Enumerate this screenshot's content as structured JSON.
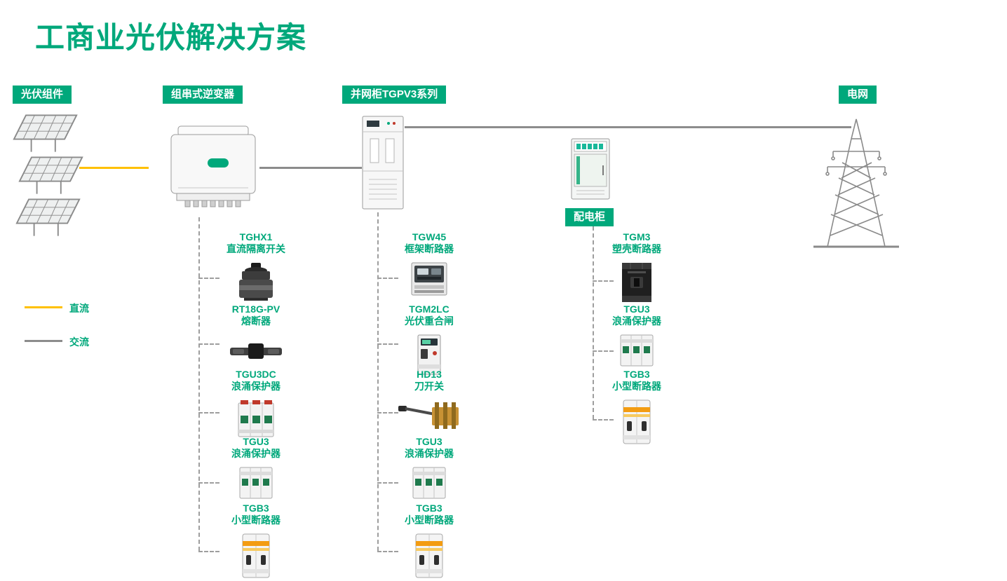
{
  "title": "工商业光伏解决方案",
  "stages": {
    "pv_modules": "光伏组件",
    "string_inverter": "组串式逆变器",
    "grid_cabinet": "并网柜TGPV3系列",
    "power_grid": "电网",
    "distribution_cabinet": "配电柜"
  },
  "legend": {
    "dc": "直流",
    "ac": "交流"
  },
  "colors": {
    "brand_green": "#00A87B",
    "dc_yellow": "#FFC000",
    "ac_gray": "#8C8C8C"
  },
  "columns": [
    {
      "items": [
        {
          "model": "TGHX1",
          "name": "直流隔离开关",
          "icon": "dc-isolator-switch-icon"
        },
        {
          "model": "RT18G-PV",
          "name": "熔断器",
          "icon": "fuse-icon"
        },
        {
          "model": "TGU3DC",
          "name": "浪涌保护器",
          "icon": "surge-protector-icon"
        },
        {
          "model": "TGU3",
          "name": "浪涌保护器",
          "icon": "surge-protector-icon"
        },
        {
          "model": "TGB3",
          "name": "小型断路器",
          "icon": "miniature-circuit-breaker-icon"
        }
      ]
    },
    {
      "items": [
        {
          "model": "TGW45",
          "name": "框架断路器",
          "icon": "air-circuit-breaker-icon"
        },
        {
          "model": "TGM2LC",
          "name": "光伏重合闸",
          "icon": "pv-recloser-icon"
        },
        {
          "model": "HD13",
          "name": "刀开关",
          "icon": "knife-switch-icon"
        },
        {
          "model": "TGU3",
          "name": "浪涌保护器",
          "icon": "surge-protector-icon"
        },
        {
          "model": "TGB3",
          "name": "小型断路器",
          "icon": "miniature-circuit-breaker-icon"
        }
      ]
    },
    {
      "items": [
        {
          "model": "TGM3",
          "name": "塑壳断路器",
          "icon": "molded-case-circuit-breaker-icon"
        },
        {
          "model": "TGU3",
          "name": "浪涌保护器",
          "icon": "surge-protector-icon"
        },
        {
          "model": "TGB3",
          "name": "小型断路器",
          "icon": "miniature-circuit-breaker-icon"
        }
      ]
    }
  ]
}
